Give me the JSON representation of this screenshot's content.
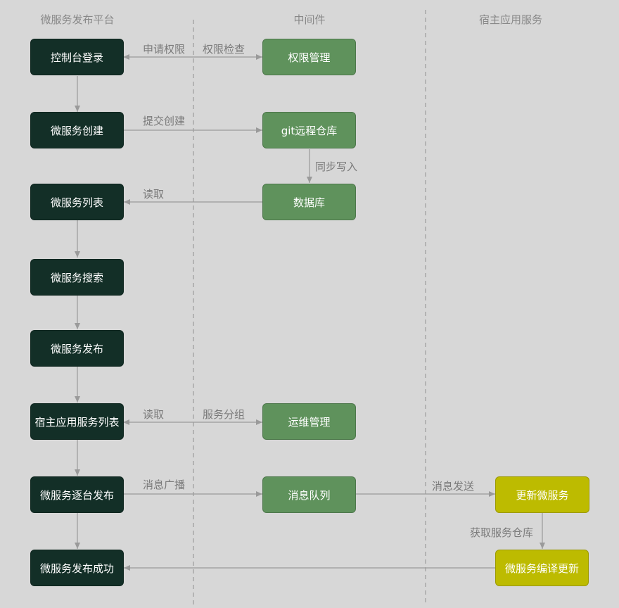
{
  "lanes": {
    "platform": "微服务发布平台",
    "middleware": "中间件",
    "host": "宿主应用服务"
  },
  "nodes": {
    "console_login": "控制台登录",
    "ms_create": "微服务创建",
    "ms_list": "微服务列表",
    "ms_search": "微服务搜索",
    "ms_publish": "微服务发布",
    "host_service_list": "宿主应用服务列表",
    "ms_rolling_publish": "微服务逐台发布",
    "ms_publish_success": "微服务发布成功",
    "permission_mgmt": "权限管理",
    "git_repo": "git远程仓库",
    "database": "数据库",
    "ops_mgmt": "运维管理",
    "message_queue": "消息队列",
    "update_ms": "更新微服务",
    "ms_compile_update": "微服务编译更新"
  },
  "edge_labels": {
    "apply_permission": "申请权限",
    "permission_check": "权限检查",
    "submit_create": "提交创建",
    "sync_write": "同步写入",
    "read_1": "读取",
    "read_2": "读取",
    "service_group": "服务分组",
    "message_broadcast": "消息广播",
    "message_send": "消息发送",
    "get_service_repo": "获取服务仓库"
  },
  "colors": {
    "background": "#d7d7d7",
    "platform_node": "#132f27",
    "middleware_node": "#5f925c",
    "host_node": "#bdbb00",
    "connector": "#9a9a9a",
    "lane_divider": "#8f8f8f"
  }
}
